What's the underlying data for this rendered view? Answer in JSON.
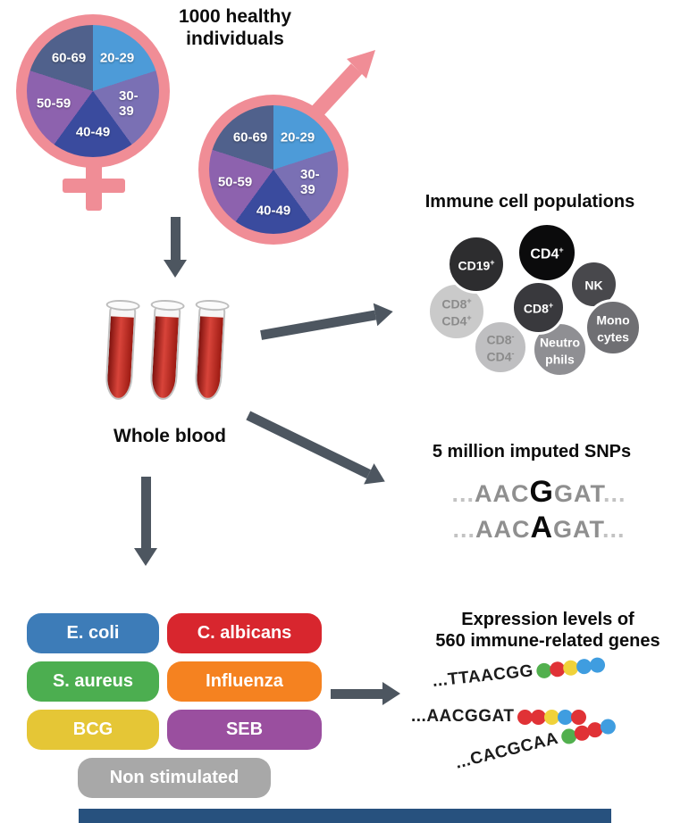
{
  "cohort": {
    "title": "1000 healthy\nindividuals",
    "symbol_color": "#f08d96",
    "age_groups": [
      {
        "label": "20-29",
        "color": "#4d9bd8"
      },
      {
        "label": "30-39",
        "color": "#7a70b4"
      },
      {
        "label": "40-49",
        "color": "#3a4b9e"
      },
      {
        "label": "50-59",
        "color": "#8d62ae"
      },
      {
        "label": "60-69",
        "color": "#50618c"
      }
    ]
  },
  "whole_blood": {
    "label": "Whole blood"
  },
  "immune_cells": {
    "title": "Immune cell populations",
    "cells": [
      {
        "name": "CD8+CD4+",
        "color": "#cacaca",
        "text_color": "#8b8b8b",
        "lines": [
          {
            "text": "CD8",
            "sup": "+"
          },
          {
            "text": "CD4",
            "sup": "+"
          }
        ]
      },
      {
        "name": "CD19+",
        "color": "#2d2d2f",
        "text_color": "#ffffff",
        "lines": [
          {
            "text": "CD19",
            "sup": "+"
          }
        ]
      },
      {
        "name": "NK",
        "color": "#48484c",
        "text_color": "#ffffff",
        "lines": [
          {
            "text": "NK",
            "sup": ""
          }
        ]
      },
      {
        "name": "Monocytes",
        "color": "#6f6f73",
        "text_color": "#ffffff",
        "lines": [
          {
            "text": "Mono",
            "sup": ""
          },
          {
            "text": "cytes",
            "sup": ""
          }
        ]
      },
      {
        "name": "CD8-CD4-",
        "color": "#bfbfc1",
        "text_color": "#8b8b8b",
        "lines": [
          {
            "text": "CD8",
            "sup": "-"
          },
          {
            "text": "CD4",
            "sup": "-"
          }
        ]
      },
      {
        "name": "Neutrophils",
        "color": "#8f8f93",
        "text_color": "#ffffff",
        "lines": [
          {
            "text": "Neutro",
            "sup": ""
          },
          {
            "text": "phils",
            "sup": ""
          }
        ]
      },
      {
        "name": "CD8+",
        "color": "#39393d",
        "text_color": "#ffffff",
        "lines": [
          {
            "text": "CD8",
            "sup": "+"
          }
        ]
      },
      {
        "name": "CD4+",
        "color": "#0b0b0c",
        "text_color": "#ffffff",
        "lines": [
          {
            "text": "CD4",
            "sup": "+"
          }
        ]
      }
    ]
  },
  "snps": {
    "title": "5 million imputed SNPs",
    "sequences": [
      {
        "pre_dots": "...",
        "prefix": "AAC",
        "variant": "G",
        "suffix": "GAT",
        "post_dots": "..."
      },
      {
        "pre_dots": "...",
        "prefix": "AAC",
        "variant": "A",
        "suffix": "GAT",
        "post_dots": "..."
      }
    ]
  },
  "stimulations": [
    {
      "label": "E. coli",
      "color": "#3d7cb8"
    },
    {
      "label": "C. albicans",
      "color": "#d8262e"
    },
    {
      "label": "S. aureus",
      "color": "#4cae50"
    },
    {
      "label": "Influenza",
      "color": "#f58220"
    },
    {
      "label": "BCG",
      "color": "#e5c636"
    },
    {
      "label": "SEB",
      "color": "#9a4f9f"
    },
    {
      "label": "Non stimulated",
      "color": "#a8a8a8"
    }
  ],
  "expression": {
    "title": "Expression levels of\n560 immune-related genes",
    "rows": [
      {
        "sequence": "...TTAACGG",
        "dots": [
          "#52b04e",
          "#e03236",
          "#f0d23a",
          "#3f9de0",
          "#3f9de0"
        ]
      },
      {
        "sequence": "...AACGGAT",
        "dots": [
          "#e03236",
          "#e03236",
          "#f0d23a",
          "#3f9de0",
          "#e03236"
        ]
      },
      {
        "sequence": "...CACGCAA",
        "dots": [
          "#52b04e",
          "#e03236",
          "#e03236",
          "#3f9de0"
        ]
      }
    ]
  },
  "footer": {
    "color": "#27517e"
  }
}
